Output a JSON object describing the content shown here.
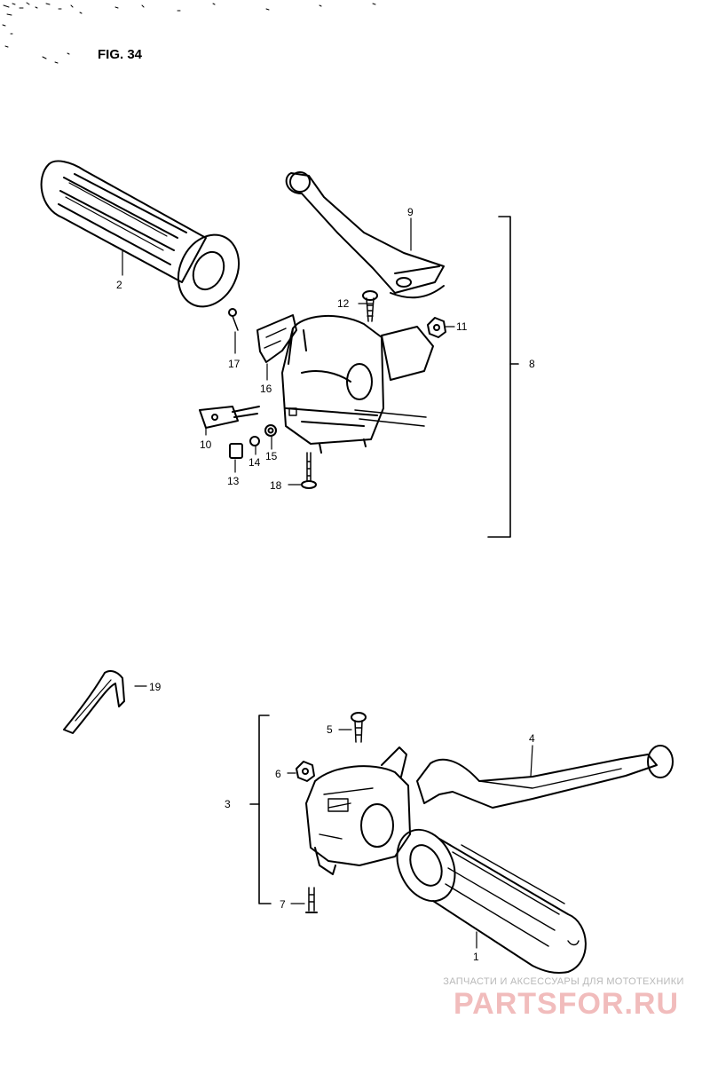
{
  "figure": {
    "title": "FIG. 34"
  },
  "callouts": {
    "c1": "1",
    "c2": "2",
    "c3": "3",
    "c4": "4",
    "c5": "5",
    "c6": "6",
    "c7": "7",
    "c8": "8",
    "c9": "9",
    "c10": "10",
    "c11": "11",
    "c12": "12",
    "c13": "13",
    "c14": "14",
    "c15": "15",
    "c16": "16",
    "c17": "17",
    "c18": "18",
    "c19": "19"
  },
  "watermark": {
    "tagline": "ЗАПЧАСТИ И АКСЕССУАРЫ ДЛЯ МОТОТЕХНИКИ",
    "logo": "PARTSFOR.RU"
  }
}
